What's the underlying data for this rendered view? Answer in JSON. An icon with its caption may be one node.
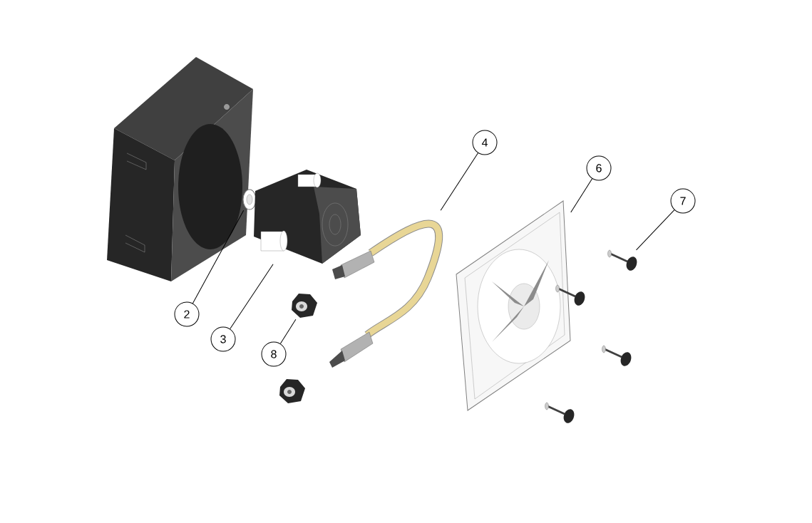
{
  "diagram": {
    "nodes": [
      {
        "text": [
          "4"
        ]
      },
      {
        "text": [
          "6"
        ]
      },
      {
        "text": [
          "7"
        ]
      },
      {
        "text": [
          "2"
        ]
      },
      {
        "text": [
          "3"
        ]
      },
      {
        "text": [
          "8"
        ]
      },
      {
        "text": [],
        "shape": "picture"
      },
      {
        "text": [],
        "shape": "picture"
      },
      {
        "text": [],
        "shape": "picture"
      },
      {
        "text": [],
        "shape": "picture"
      },
      {
        "text": [],
        "shape": "picture"
      },
      {
        "text": [],
        "shape": "picture"
      }
    ],
    "edges": [
      {
        "from": 3,
        "to": 6,
        "arrow": "none"
      },
      {
        "from": 4,
        "to": 7,
        "arrow": "none"
      },
      {
        "from": 0,
        "to": 8,
        "arrow": "none"
      },
      {
        "from": 1,
        "to": 9,
        "arrow": "none"
      },
      {
        "from": 2,
        "to": 10,
        "arrow": "none"
      },
      {
        "from": 5,
        "to": 11,
        "arrow": "none"
      }
    ]
  }
}
